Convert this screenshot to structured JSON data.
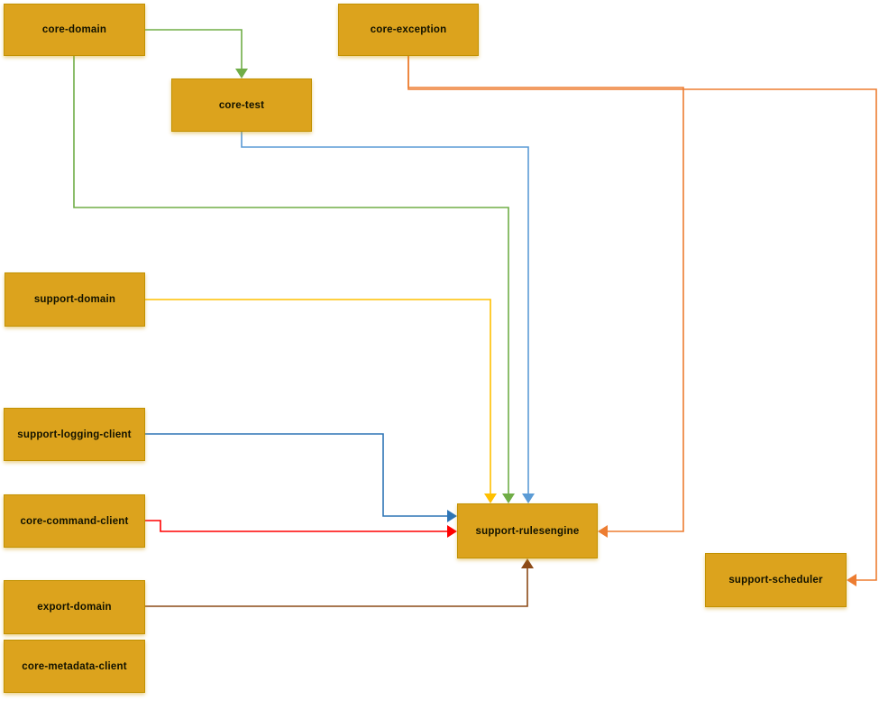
{
  "diagram": {
    "background_color": "#FFFFFF",
    "node_fill_color": "#DCA31D",
    "node_border_color": "#C29100",
    "node_text_color": "#121200",
    "nodes": [
      {
        "id": "core-domain",
        "label": "core-domain"
      },
      {
        "id": "core-test",
        "label": "core-test"
      },
      {
        "id": "core-exception",
        "label": "core-exception"
      },
      {
        "id": "support-domain",
        "label": "support-domain"
      },
      {
        "id": "support-logging-client",
        "label": "support-logging-client"
      },
      {
        "id": "core-command-client",
        "label": "core-command-client"
      },
      {
        "id": "export-domain",
        "label": "export-domain"
      },
      {
        "id": "core-metadata-client",
        "label": "core-metadata-client"
      },
      {
        "id": "support-rulesengine",
        "label": "support-rulesengine"
      },
      {
        "id": "support-scheduler",
        "label": "support-scheduler"
      }
    ],
    "edges": [
      {
        "from": "core-domain",
        "to": "core-test",
        "color": "#70AD47"
      },
      {
        "from": "core-domain",
        "to": "support-rulesengine",
        "color": "#70AD47"
      },
      {
        "from": "core-test",
        "to": "support-rulesengine",
        "color": "#5B9BD5"
      },
      {
        "from": "support-domain",
        "to": "support-rulesengine",
        "color": "#FFC000"
      },
      {
        "from": "support-logging-client",
        "to": "support-rulesengine",
        "color": "#2E75B6"
      },
      {
        "from": "core-command-client",
        "to": "support-rulesengine",
        "color": "#FF0000"
      },
      {
        "from": "export-domain",
        "to": "support-rulesengine",
        "color": "#8C4A17"
      },
      {
        "from": "core-exception",
        "to": "support-rulesengine",
        "color": "#ED7D31"
      },
      {
        "from": "core-exception",
        "to": "support-scheduler",
        "color": "#ED7D31"
      }
    ]
  }
}
